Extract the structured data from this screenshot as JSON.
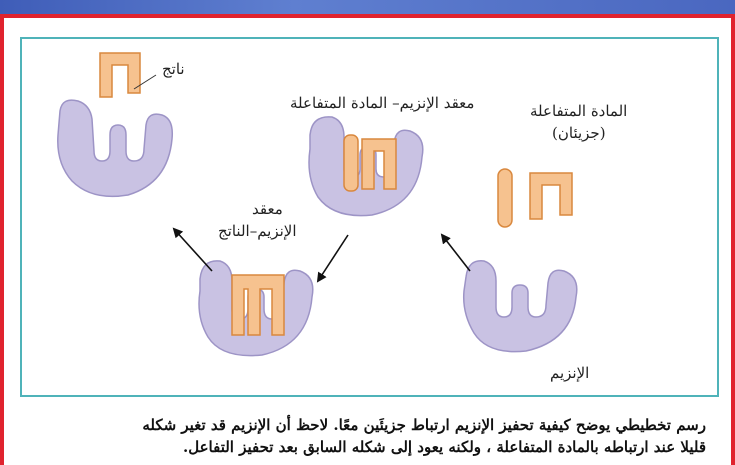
{
  "labels": {
    "product": "ناتج",
    "enzyme_substrate_complex": "معقد الإنزيم– المادة المتفاعلة",
    "substrate_line1": "المادة المتفاعلة",
    "substrate_line2": "(جزيئان)",
    "enzyme_product_line1": "معقد",
    "enzyme_product_line2": "الإنزيم–الناتج",
    "enzyme": "الإنزيم"
  },
  "caption": {
    "line1": "رسم تخطيطي يوضح كيفية تحفيز الإنزيم ارتباط جزيئَين معًا. لاحظ أن الإنزيم قد تغير شكله",
    "line2": "قليلا عند ارتباطه بالمادة المتفاعلة ، ولكنه يعود إلى شكله السابق بعد تحفيز التفاعل."
  },
  "colors": {
    "frame": "#e0232e",
    "top_band": "#4a67c0",
    "diagram_border": "#4fb3b9",
    "enzyme_fill": "#c9c2e3",
    "enzyme_stroke": "#9d94c6",
    "substrate_fill": "#f6c28f",
    "substrate_stroke": "#d9883e"
  }
}
